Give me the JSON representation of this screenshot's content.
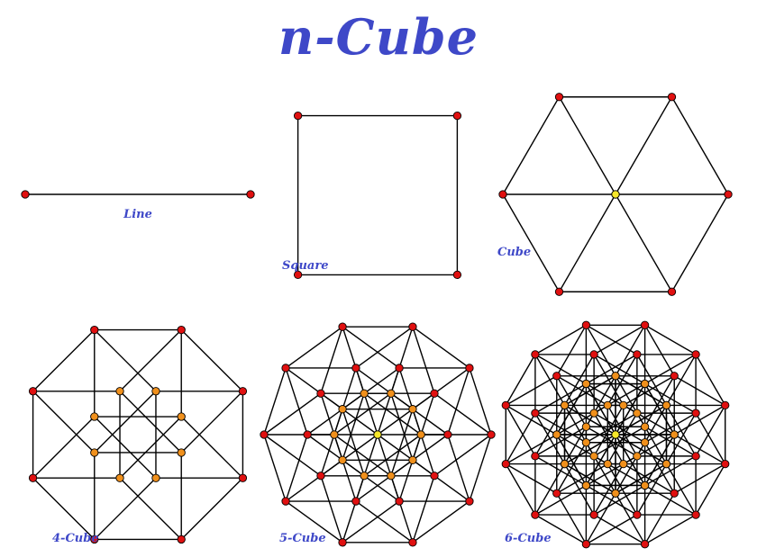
{
  "title": "n-Cube",
  "label_color": "#3e48c8",
  "vertex_colors": [
    "#e01010",
    "#f0901c",
    "#f6e72a"
  ],
  "panels": [
    {
      "label": "Line",
      "dimension": 1
    },
    {
      "label": "Square",
      "dimension": 2
    },
    {
      "label": "Cube",
      "dimension": 3
    },
    {
      "label": "4-Cube",
      "dimension": 4
    },
    {
      "label": "5-Cube",
      "dimension": 5
    },
    {
      "label": "6-Cube",
      "dimension": 6
    }
  ]
}
